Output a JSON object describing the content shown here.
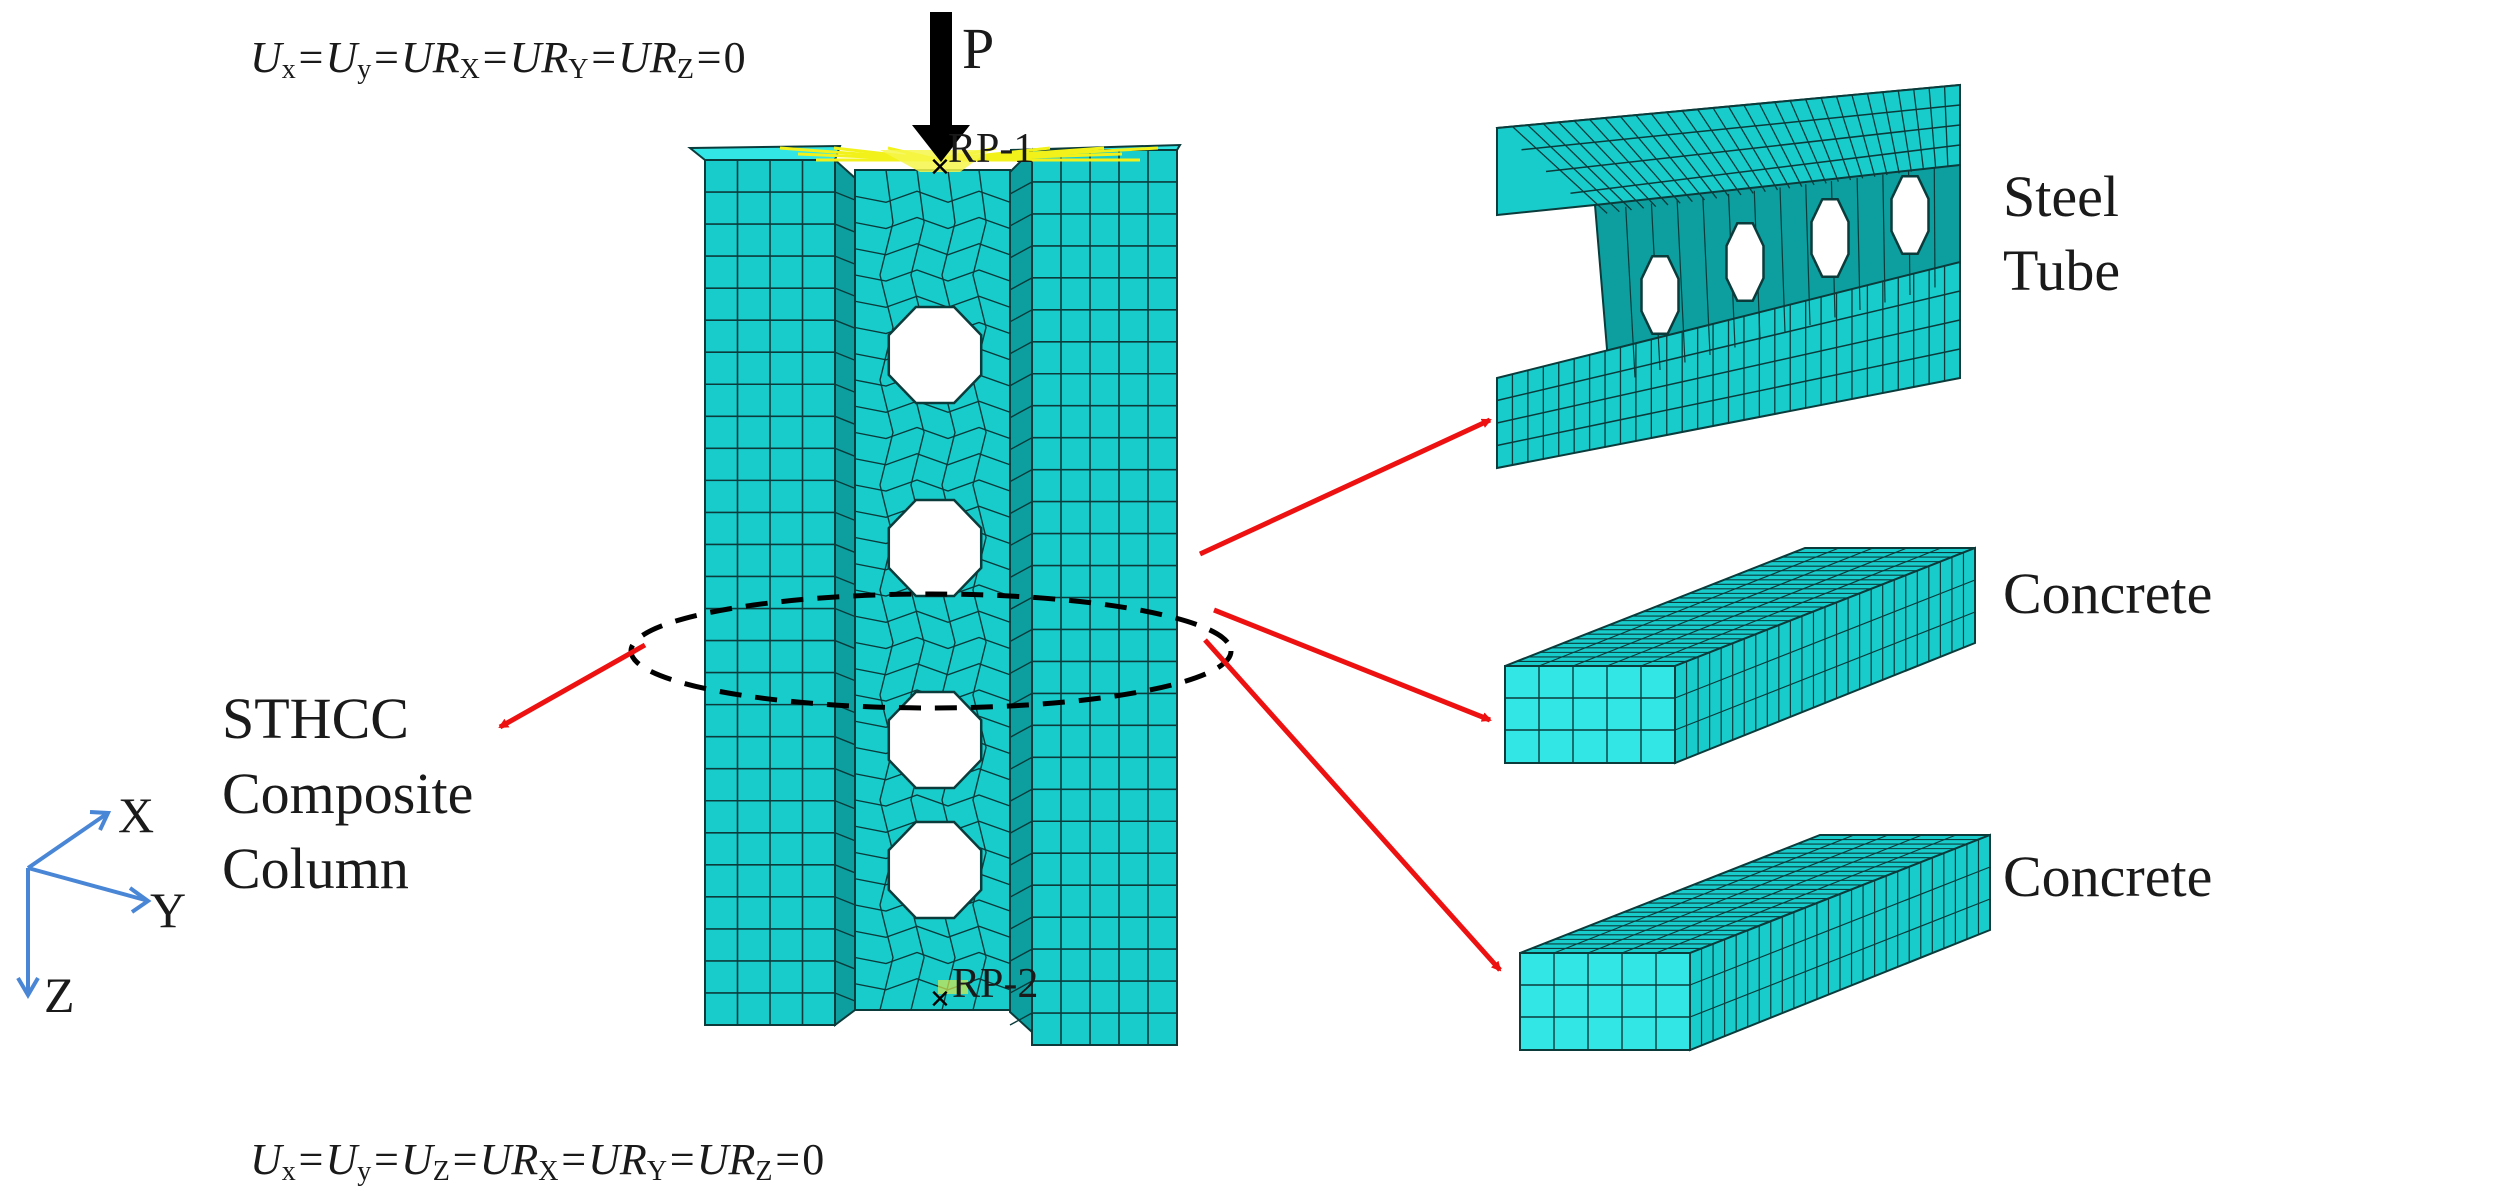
{
  "labels": {
    "load": "P",
    "rp1": "RP-1",
    "rp2": "RP-2",
    "part_steel": [
      "Steel",
      "Tube"
    ],
    "part_concrete_1": "Concrete",
    "part_concrete_2": "Concrete",
    "column": [
      "STHCC",
      "Composite",
      "Column"
    ]
  },
  "boundary_top": [
    {
      "sym": "U",
      "sub": "x"
    },
    {
      "sym": "U",
      "sub": "y"
    },
    {
      "sym": "UR",
      "sub": "X"
    },
    {
      "sym": "UR",
      "sub": "Y"
    },
    {
      "sym": "UR",
      "sub": "Z"
    }
  ],
  "boundary_top_value": "0",
  "boundary_bottom": [
    {
      "sym": "U",
      "sub": "x"
    },
    {
      "sym": "U",
      "sub": "y"
    },
    {
      "sym": "U",
      "sub": "Z"
    },
    {
      "sym": "UR",
      "sub": "X"
    },
    {
      "sym": "UR",
      "sub": "Y"
    },
    {
      "sym": "UR",
      "sub": "Z"
    }
  ],
  "boundary_bottom_value": "0",
  "axes": {
    "x": "X",
    "y": "Y",
    "z": "Z"
  },
  "colors": {
    "mesh_fill": "#19cccc",
    "mesh_light": "#33e6e6",
    "mesh_dark": "#0d9f9f",
    "mesh_line": "#0b3b3b",
    "arrow_red": "#ee1111",
    "axis_blue": "#4a86d6",
    "constraint_yellow": "#f2f21a"
  }
}
